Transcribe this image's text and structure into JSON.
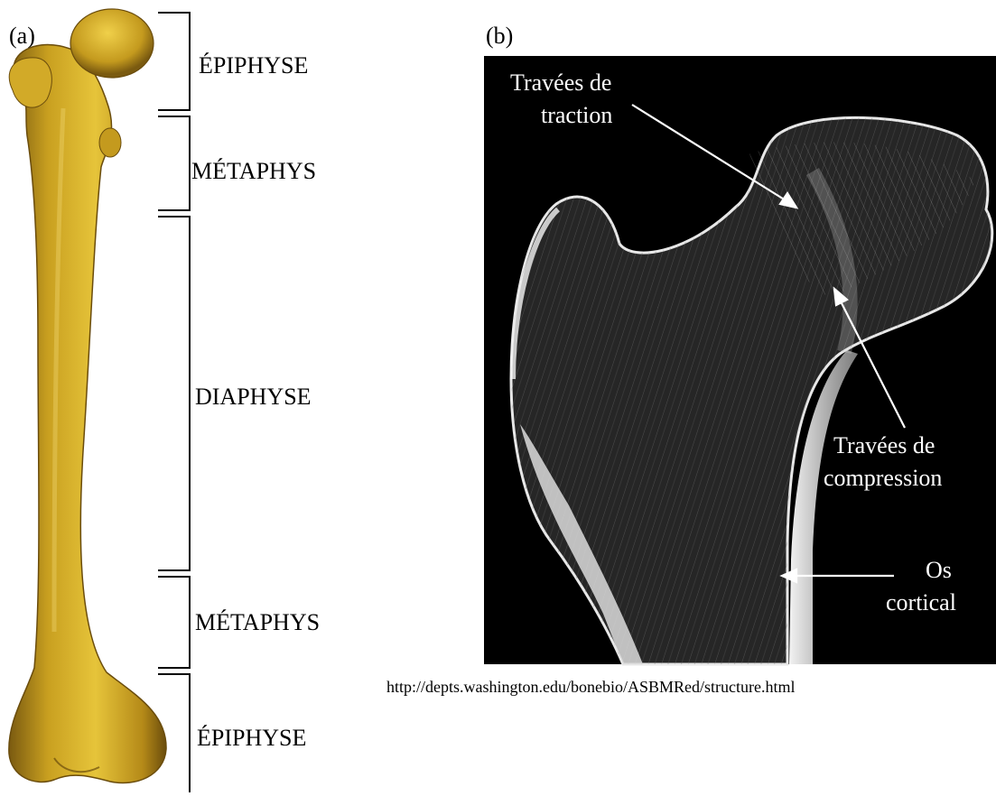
{
  "panel_a": {
    "label": "(a)",
    "zones": [
      {
        "label": "ÉPIPHYSE"
      },
      {
        "label": "MÉTAPHYS"
      },
      {
        "label": "DIAPHYSE"
      },
      {
        "label": "MÉTAPHYS"
      },
      {
        "label": "ÉPIPHYSE"
      }
    ],
    "bone_color": "#c9a020"
  },
  "panel_b": {
    "label": "(b)",
    "annotations": {
      "traction_line1": "Travées  de",
      "traction_line2": "traction",
      "compression_line1": "Travées de",
      "compression_line2": "compression",
      "cortical_line1": "Os",
      "cortical_line2": "cortical"
    },
    "source_url": "http://depts.washington.edu/bonebio/ASBMRed/structure.html"
  }
}
